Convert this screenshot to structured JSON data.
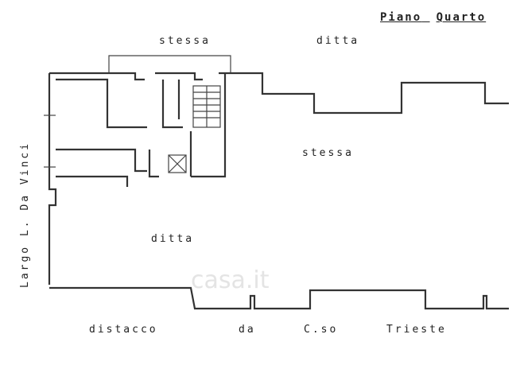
{
  "floor_title": {
    "part1": "Piano",
    "part2": "Quarto"
  },
  "labels": {
    "top_left": "stessa",
    "top_right": "ditta",
    "middle_right": "stessa",
    "middle_left": "ditta",
    "left_street": "Largo L. Da Vinci",
    "bottom_1": "distacco",
    "bottom_2": "da",
    "bottom_3": "C.so",
    "bottom_4": "Trieste"
  },
  "watermark": "casa.it",
  "colors": {
    "ink": "#333333",
    "watermark": "#e4e4e4",
    "background": "#ffffff"
  }
}
